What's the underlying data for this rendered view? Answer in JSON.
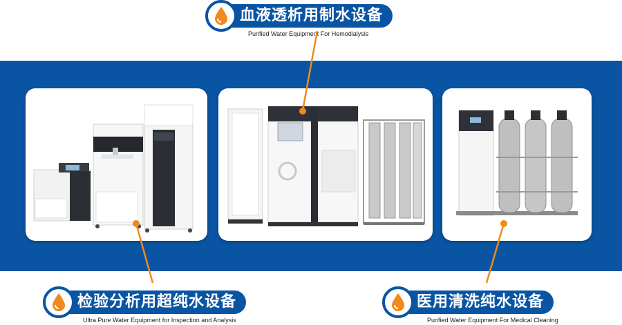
{
  "colors": {
    "brand_blue": "#0a55a3",
    "accent_orange": "#f08a1c"
  },
  "top_label": {
    "title": "血液透析用制水设备",
    "subtitle": "Purified Water Equipment For Hemodialysis",
    "icon": "water-drop-icon"
  },
  "bottom_left_label": {
    "title": "检验分析用超纯水设备",
    "subtitle": "Ultra Pure Water Equipment for Inspection and Analysis",
    "icon": "water-drop-icon"
  },
  "bottom_right_label": {
    "title": "医用清洗纯水设备",
    "subtitle": "Purified Water Equipment For Medical Cleaning",
    "icon": "water-drop-icon"
  },
  "cards": [
    {
      "name": "lab-ultrapure-equipment-card"
    },
    {
      "name": "hemodialysis-equipment-card"
    },
    {
      "name": "medical-cleaning-equipment-card"
    }
  ]
}
